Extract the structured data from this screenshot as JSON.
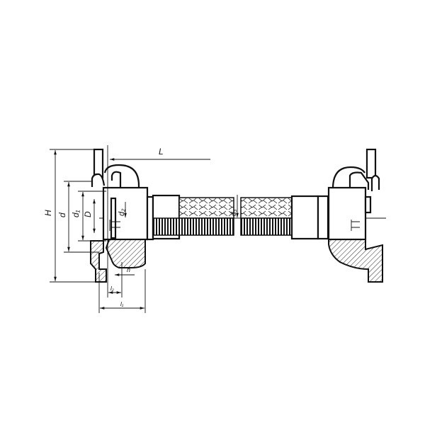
{
  "drawing": {
    "title": "Flexible metal hose with quick couplings",
    "dimensions": {
      "H": "H",
      "d": "d",
      "d1": "d₁",
      "D": "D",
      "d2": "d₂",
      "d3": "d₃",
      "L": "L",
      "h": "h",
      "l1": "l₁",
      "l2": "l₂"
    },
    "colors": {
      "line": "#111111",
      "background": "#ffffff"
    }
  }
}
